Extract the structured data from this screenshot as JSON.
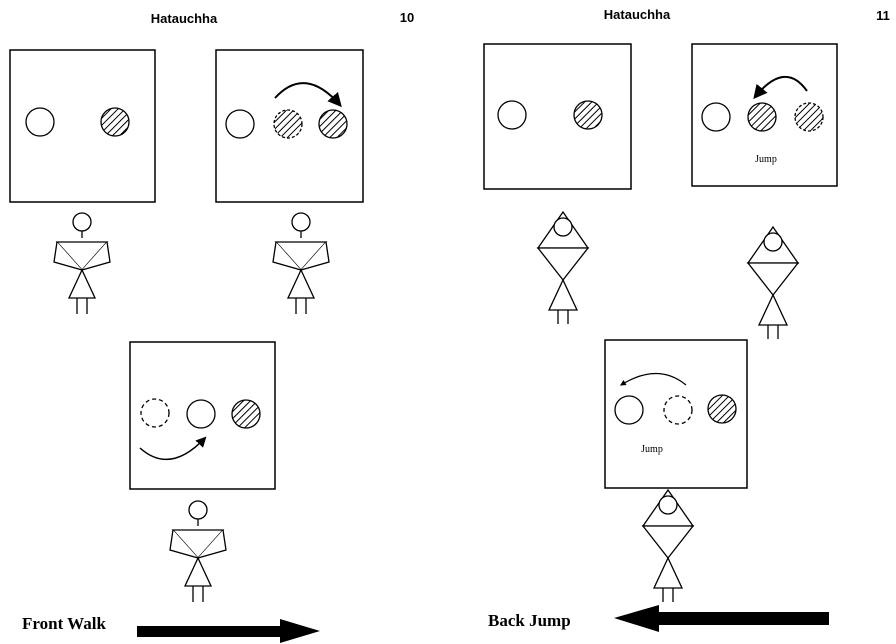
{
  "left_page": {
    "title": "Hatauchha",
    "page_number": "10",
    "caption": "Front Walk",
    "arrow_direction": "right"
  },
  "right_page": {
    "title": "Hatauchha",
    "page_number": "11",
    "caption": "Back Jump",
    "arrow_direction": "left",
    "panel2_note": "Jump",
    "panel3_note": "Jump"
  },
  "colors": {
    "ink": "#000000",
    "background": "#ffffff"
  }
}
